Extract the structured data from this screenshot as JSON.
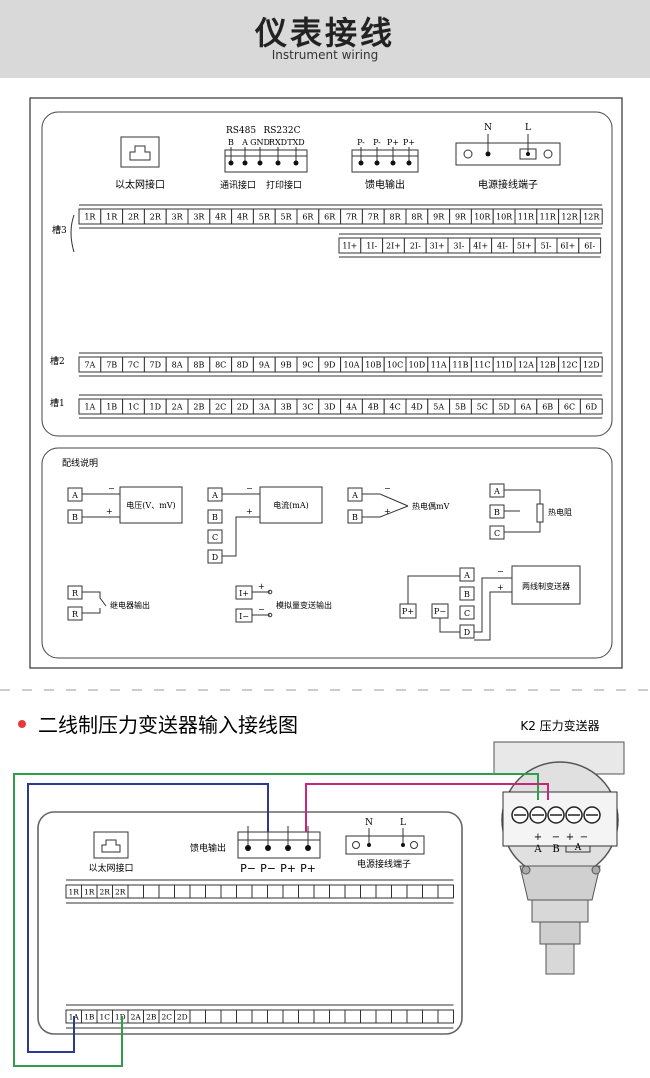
{
  "header": {
    "title": "仪表接线",
    "subtitle": "Instrument wiring"
  },
  "top": {
    "ethernet_label": "以太网接口",
    "comm_label": "通讯接口",
    "print_label": "打印接口",
    "rs485": "RS485",
    "rs232": "RS232C",
    "comm_pins": [
      "B",
      "A",
      "GND",
      "RXD",
      "TXD"
    ],
    "feed_label": "馈电输出",
    "feed_pins": [
      "P-",
      "P-",
      "P+",
      "P+"
    ],
    "power_label": "电源接线端子",
    "power_pins": [
      "N",
      "L"
    ],
    "slot3": "槽3",
    "slot2": "槽2",
    "slot1": "槽1",
    "row3a": [
      "1R",
      "1R",
      "2R",
      "2R",
      "3R",
      "3R",
      "4R",
      "4R",
      "5R",
      "5R",
      "6R",
      "6R",
      "7R",
      "7R",
      "8R",
      "8R",
      "9R",
      "9R",
      "10R",
      "10R",
      "11R",
      "11R",
      "12R",
      "12R"
    ],
    "row3b": [
      "1I+",
      "1I-",
      "2I+",
      "2I-",
      "3I+",
      "3I-",
      "4I+",
      "4I-",
      "5I+",
      "5I-",
      "6I+",
      "6I-"
    ],
    "row2": [
      "7A",
      "7B",
      "7C",
      "7D",
      "8A",
      "8B",
      "8C",
      "8D",
      "9A",
      "9B",
      "9C",
      "9D",
      "10A",
      "10B",
      "10C",
      "10D",
      "11A",
      "11B",
      "11C",
      "11D",
      "12A",
      "12B",
      "12C",
      "12D"
    ],
    "row1": [
      "1A",
      "1B",
      "1C",
      "1D",
      "2A",
      "2B",
      "2C",
      "2D",
      "3A",
      "3B",
      "3C",
      "3D",
      "4A",
      "4B",
      "4C",
      "4D",
      "5A",
      "5B",
      "5C",
      "5D",
      "6A",
      "6B",
      "6C",
      "6D"
    ]
  },
  "wiring": {
    "title": "配线说明",
    "voltage": "电压(V、mV)",
    "current": "电流(mA)",
    "thermocouple": "热电偶mV",
    "rtd": "热电阻",
    "relay": "继电器输出",
    "analog": "模拟量变送输出",
    "two_wire": "两线制变送器",
    "minus": "−",
    "plus": "+",
    "A": "A",
    "B": "B",
    "C": "C",
    "D": "D",
    "R": "R",
    "Iplus": "I+",
    "Iminus": "I−",
    "Pplus": "P+",
    "Pminus": "P−"
  },
  "section2": {
    "title": "二线制压力变送器输入接线图",
    "transmitter": "K2 压力变送器",
    "ethernet_label": "以太网接口",
    "feed_label": "馈电输出",
    "feed_pins": [
      "P−",
      "P−",
      "P+",
      "P+"
    ],
    "power_label": "电源接线端子",
    "power_pins": [
      "N",
      "L"
    ],
    "row_top": [
      "1R",
      "1R",
      "2R",
      "2R"
    ],
    "row_bottom": [
      "1A",
      "1B",
      "1C",
      "1D",
      "2A",
      "2B",
      "2C",
      "2D"
    ],
    "tx_signs": [
      "+",
      "−",
      "+",
      "−"
    ],
    "tx_letters": [
      "A",
      "B",
      "A"
    ]
  },
  "colors": {
    "wire_blue": "#2b3a8f",
    "wire_green": "#2e9e4a",
    "wire_magenta": "#c8267a",
    "red_dot": "#e63b3b"
  }
}
